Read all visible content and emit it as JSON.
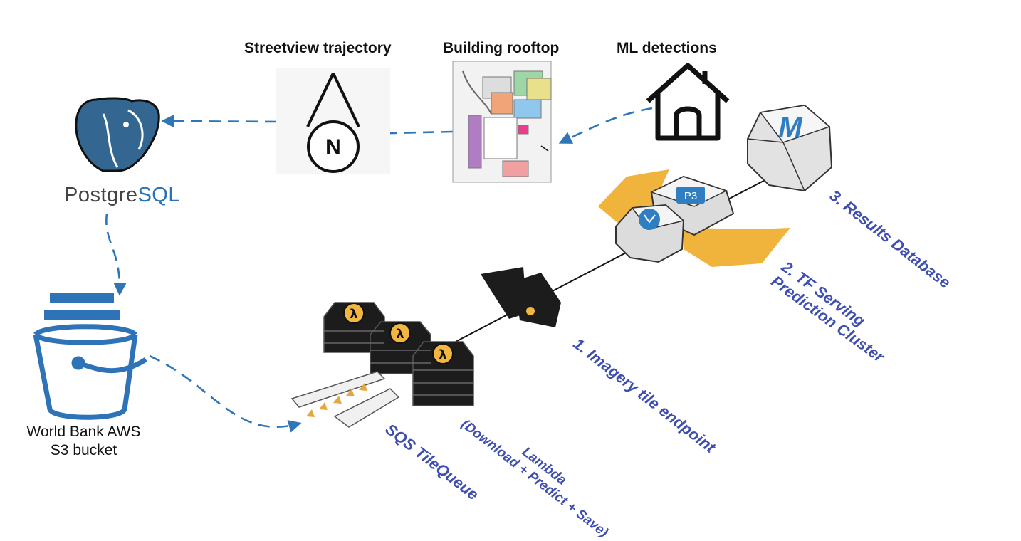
{
  "headers": {
    "streetview": "Streetview trajectory",
    "rooftop": "Building rooftop",
    "ml": "ML detections"
  },
  "postgres": {
    "prefix": "Postgre",
    "suffix": "SQL"
  },
  "s3": {
    "line1": "World Bank AWS",
    "line2": "S3 bucket"
  },
  "labels": {
    "results_db": "3. Results Database",
    "tf_serving_1": "2. TF Serving",
    "tf_serving_2": "Prediction Cluster",
    "imagery_endpoint": "1. Imagery tile endpoint",
    "lambda_1": "Lambda",
    "lambda_2": "(Download + Predict + Save)",
    "sqs": "SQS TileQueue"
  },
  "icons": {
    "compass_letter": "N",
    "db_letter": "M",
    "p3_badge": "P3",
    "lambda_symbol": "λ"
  },
  "colors": {
    "flow_arrow": "#2f76b8",
    "postgres_blue": "#336791",
    "s3_blue": "#2e73b8",
    "label_text": "#3f4fb0",
    "traffic_arrow": "#f0b43c",
    "lambda_badge": "#f3b640",
    "server_black": "#1c1c1c"
  }
}
